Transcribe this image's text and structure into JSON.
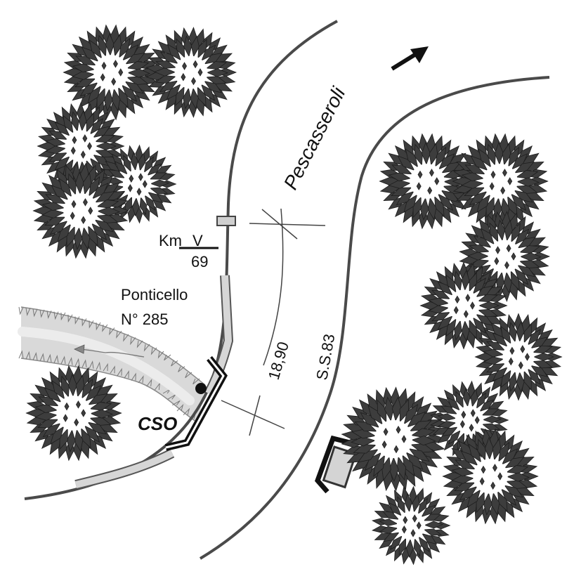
{
  "labels": {
    "direction": "Pescasseroli",
    "km_prefix": "Km",
    "km_numerator": "V",
    "km_denominator": "69",
    "bridge_name": "Ponticello",
    "bridge_number": "N° 285",
    "cso": "CSO",
    "width": "18,90",
    "road": "S.S.83"
  },
  "icons": {
    "direction_arrow": "arrow-up-right-icon",
    "trees": "tree-icon"
  },
  "colors": {
    "road_edge": "#4a4a4a",
    "stream_fill": "#d8d8d8",
    "tree_fill": "#3d3d3d",
    "barrier": "#111111"
  }
}
